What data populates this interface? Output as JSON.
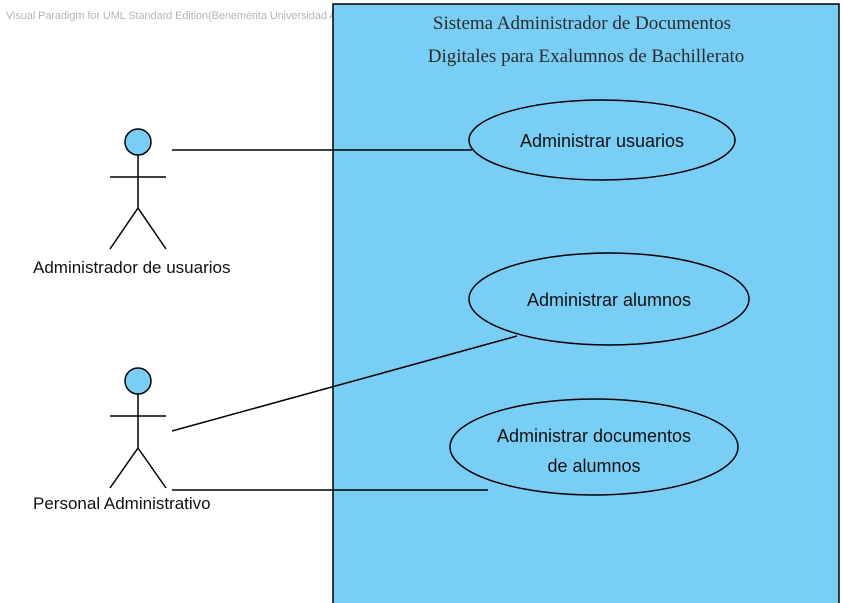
{
  "watermark": "Visual Paradigm for UML Standard Edition(Benemérita Universidad Autónoma de Puebla)",
  "system": {
    "title_line1": "Sistema Administrador de Documentos",
    "title_line2": "Digitales para Exalumnos de  Bachillerato",
    "fill_color": "#79cef5"
  },
  "actors": [
    {
      "label": "Administrador de usuarios"
    },
    {
      "label": "Personal Administrativo"
    }
  ],
  "use_cases": [
    {
      "line1": "Administrar usuarios",
      "line2": ""
    },
    {
      "line1": "Administrar alumnos",
      "line2": ""
    },
    {
      "line1": "Administrar documentos",
      "line2": "de alumnos"
    }
  ],
  "colors": {
    "actor_head": "#79cef5",
    "lines": "#000000"
  }
}
